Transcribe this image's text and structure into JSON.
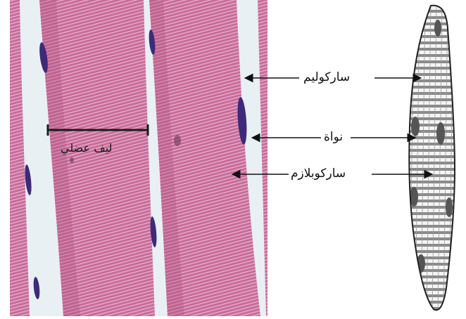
{
  "figure": {
    "labels": {
      "sarcolemma": "ساركوليم",
      "nucleus": "نواة",
      "sarcoplasm": "ساركوبلازم",
      "muscle_fiber": "ليف عضلي"
    },
    "colors": {
      "fiber_pink": "#c86a98",
      "fiber_stripe": "#e2a8c6",
      "gap_white": "#e8f0f4",
      "nucleus_purple": "#3d2a78",
      "drawing_gray": "#8a8a8a",
      "drawing_nucleus": "#555555"
    }
  }
}
